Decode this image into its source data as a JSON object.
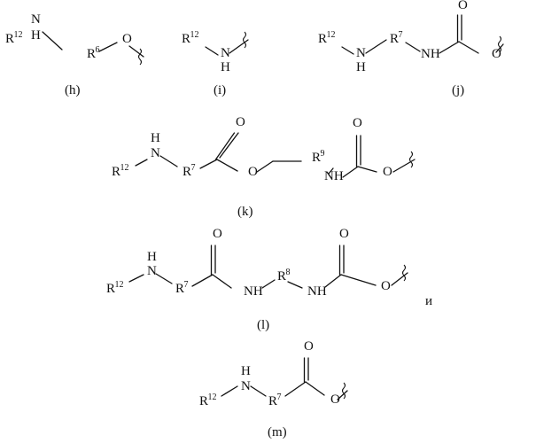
{
  "structures": [
    {
      "id": "h",
      "caption": "(h)",
      "atoms": [
        {
          "key": "r",
          "label": "R",
          "sup": "12"
        },
        {
          "key": "nh_n",
          "label": "N"
        },
        {
          "key": "nh_h",
          "label": "H"
        },
        {
          "key": "r6",
          "label": "R",
          "sup": "6"
        },
        {
          "key": "o",
          "label": "O"
        }
      ]
    },
    {
      "id": "i",
      "caption": "(i)",
      "atoms": [
        {
          "key": "r",
          "label": "R",
          "sup": "12"
        },
        {
          "key": "n",
          "label": "N"
        },
        {
          "key": "h",
          "label": "H"
        }
      ]
    },
    {
      "id": "j",
      "caption": "(j)",
      "atoms": [
        {
          "key": "r",
          "label": "R",
          "sup": "12"
        },
        {
          "key": "n",
          "label": "N"
        },
        {
          "key": "h",
          "label": "H"
        },
        {
          "key": "r7",
          "label": "R",
          "sup": "7"
        },
        {
          "key": "nh",
          "label": "NH"
        },
        {
          "key": "o_top",
          "label": "O"
        },
        {
          "key": "o",
          "label": "O"
        }
      ]
    },
    {
      "id": "k",
      "caption": "(k)",
      "atoms": [
        {
          "key": "h",
          "label": "H"
        },
        {
          "key": "n",
          "label": "N"
        },
        {
          "key": "r",
          "label": "R",
          "sup": "12"
        },
        {
          "key": "r7",
          "label": "R",
          "sup": "7"
        },
        {
          "key": "o_top1",
          "label": "O"
        },
        {
          "key": "o1",
          "label": "O"
        },
        {
          "key": "r9",
          "label": "R",
          "sup": "9"
        },
        {
          "key": "nh",
          "label": "NH"
        },
        {
          "key": "o_top2",
          "label": "O"
        },
        {
          "key": "o2",
          "label": "O"
        }
      ]
    },
    {
      "id": "l",
      "caption": "(l)",
      "trailing": "и",
      "atoms": [
        {
          "key": "h",
          "label": "H"
        },
        {
          "key": "n",
          "label": "N"
        },
        {
          "key": "r",
          "label": "R",
          "sup": "12"
        },
        {
          "key": "r7",
          "label": "R",
          "sup": "7"
        },
        {
          "key": "o_top1",
          "label": "O"
        },
        {
          "key": "nh1",
          "label": "NH"
        },
        {
          "key": "r8",
          "label": "R",
          "sup": "8"
        },
        {
          "key": "nh2",
          "label": "NH"
        },
        {
          "key": "o_top2",
          "label": "O"
        },
        {
          "key": "o",
          "label": "O"
        }
      ]
    },
    {
      "id": "m",
      "caption": "(m)",
      "atoms": [
        {
          "key": "r",
          "label": "R",
          "sup": "12"
        },
        {
          "key": "h",
          "label": "H"
        },
        {
          "key": "n",
          "label": "N"
        },
        {
          "key": "r7",
          "label": "R",
          "sup": "7"
        },
        {
          "key": "o_top",
          "label": "O"
        },
        {
          "key": "o",
          "label": "O"
        }
      ]
    }
  ]
}
